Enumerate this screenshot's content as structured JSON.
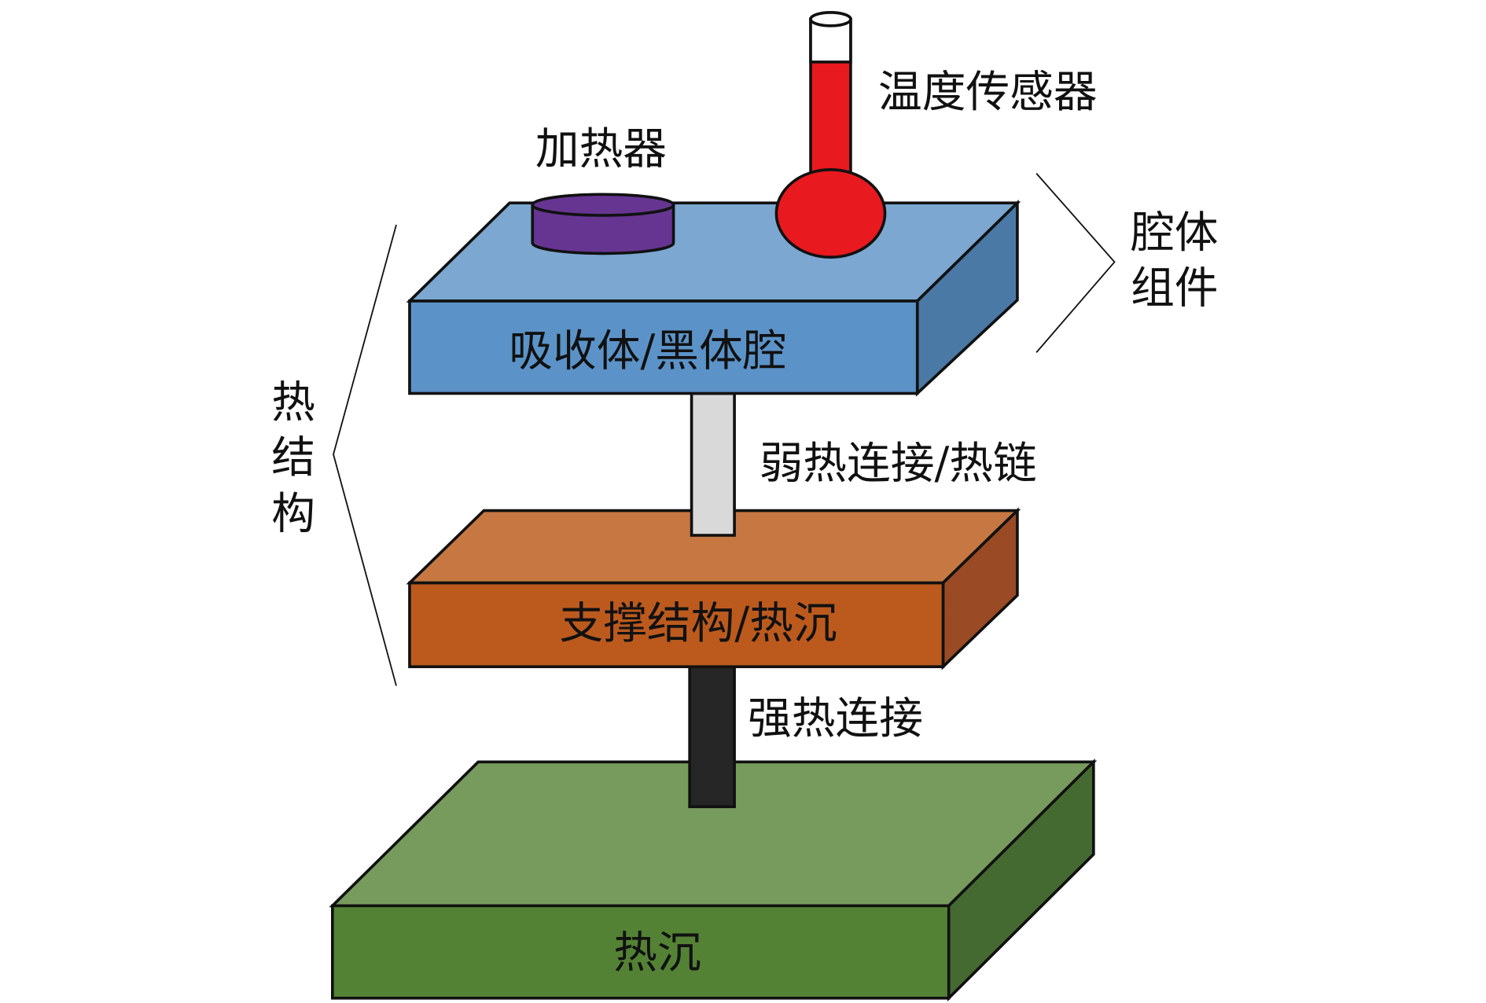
{
  "labels": {
    "temperature_sensor": "温度传感器",
    "heater": "加热器",
    "cavity_assembly_line1": "腔体",
    "cavity_assembly_line2": "组件",
    "absorber": "吸收体/黑体腔",
    "weak_link": "弱热连接/热链",
    "thermal_structure": [
      "热",
      "结",
      "构"
    ],
    "support": "支撑结构/热沉",
    "strong_link": "强热连接",
    "heat_sink": "热沉"
  },
  "colors": {
    "absorber_front": "#5B93C8",
    "absorber_top": "#7BA7D0",
    "absorber_side": "#4A79A6",
    "support_front": "#BC5A1E",
    "support_top": "#C77842",
    "support_side": "#9A4A24",
    "sink_front": "#548235",
    "sink_top": "#779B5C",
    "sink_side": "#446A31",
    "heater": "#663592",
    "thermometer": "#E8191F",
    "weak_link": "#D9D9D9",
    "strong_link": "#262626"
  }
}
